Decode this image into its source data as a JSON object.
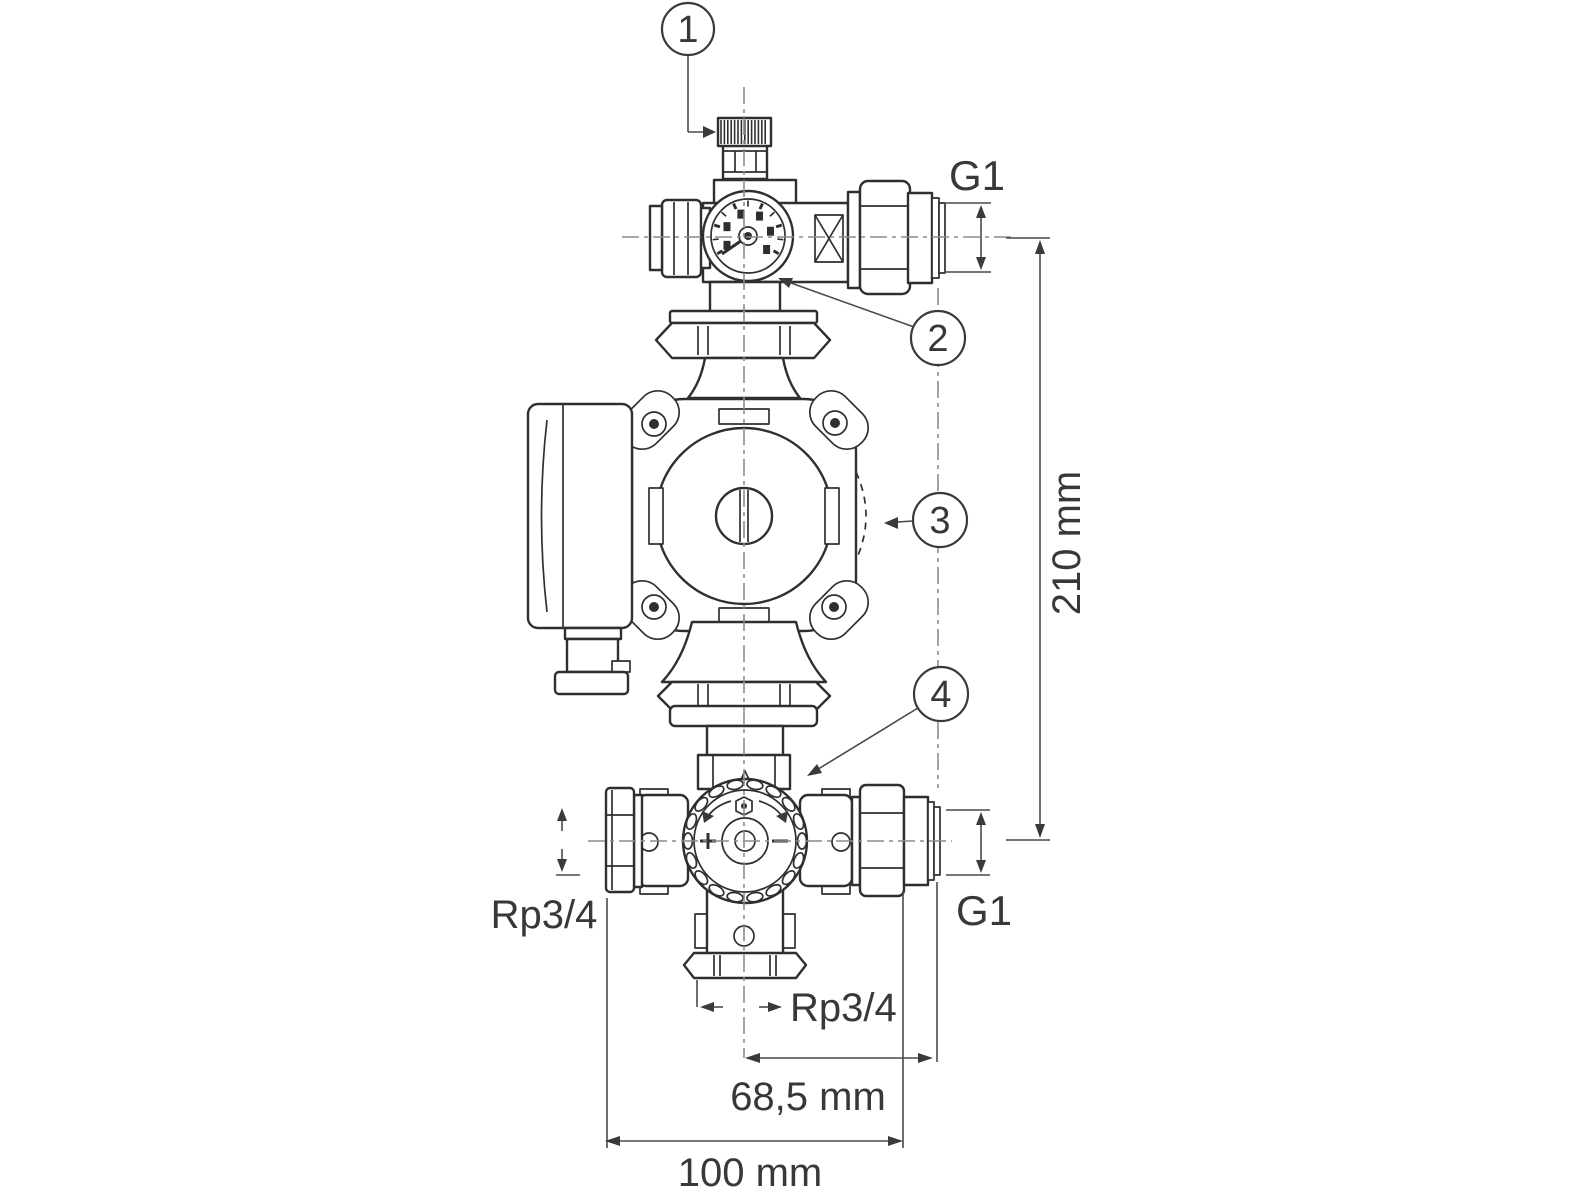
{
  "drawing": {
    "type": "technical-dimension-drawing",
    "subject": "pump-group-with-mixing-valve"
  },
  "callouts": {
    "n1": "1",
    "n2": "2",
    "n3": "3",
    "n4": "4"
  },
  "labels": {
    "g1_top": "G1",
    "height": "210 mm",
    "rp34_left": "Rp3/4",
    "g1_bottom": "G1",
    "rp34_bottom": "Rp3/4",
    "offset": "68,5 mm",
    "width": "100 mm"
  },
  "colors": {
    "background": "#ffffff",
    "part_line": "#2f2f2f",
    "centerline": "#8c8c8c",
    "dimension_line": "#4a4a4a",
    "text": "#383838"
  }
}
